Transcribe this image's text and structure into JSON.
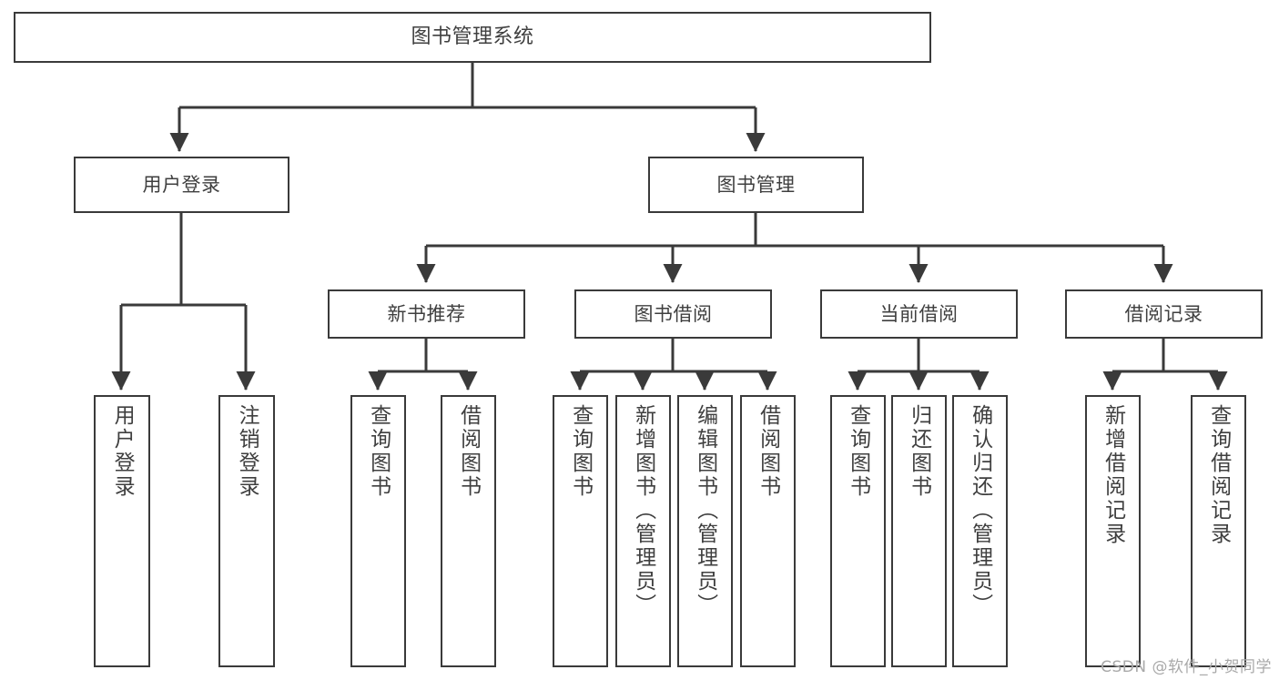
{
  "diagram": {
    "title": "图书管理系统",
    "watermark": "CSDN @软件_小贺同学",
    "colors": {
      "stroke": "#3a3a3a",
      "fill": "#ffffff",
      "text": "#3f3f3f",
      "watermark": "#a9a9a9"
    },
    "root": {
      "label": "图书管理系统"
    },
    "level2": [
      {
        "label": "用户登录"
      },
      {
        "label": "图书管理"
      }
    ],
    "level3": [
      {
        "label": "新书推荐"
      },
      {
        "label": "图书借阅"
      },
      {
        "label": "当前借阅"
      },
      {
        "label": "借阅记录"
      }
    ],
    "leaves": {
      "user_login": [
        {
          "label": "用户登录"
        },
        {
          "label": "注销登录"
        }
      ],
      "new_book": [
        {
          "label": "查询图书"
        },
        {
          "label": "借阅图书"
        }
      ],
      "borrow": [
        {
          "label": "查询图书"
        },
        {
          "label": "新增图书（管理员）"
        },
        {
          "label": "编辑图书（管理员）"
        },
        {
          "label": "借阅图书"
        }
      ],
      "current": [
        {
          "label": "查询图书"
        },
        {
          "label": "归还图书"
        },
        {
          "label": "确认归还（管理员）"
        }
      ],
      "records": [
        {
          "label": "新增借阅记录"
        },
        {
          "label": "查询借阅记录"
        }
      ]
    }
  }
}
